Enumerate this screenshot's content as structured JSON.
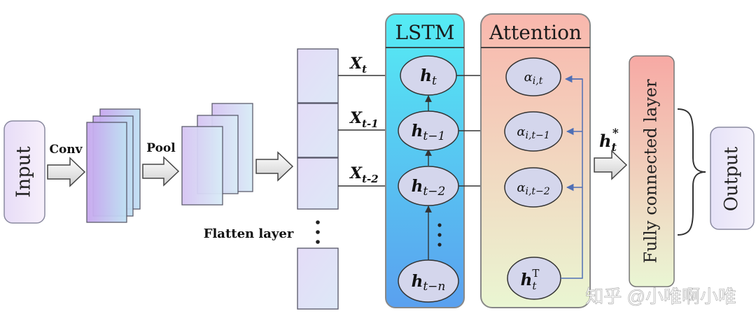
{
  "labels": {
    "input": "Input",
    "conv": "Conv",
    "pool": "Pool",
    "flatten": "Flatten layer",
    "lstm": "LSTM",
    "attention": "Attention",
    "fc": "Fully connected layer",
    "output": "Output",
    "vdots": "⋮"
  },
  "lstm_inputs": [
    {
      "base": "X",
      "sub": "t"
    },
    {
      "base": "X",
      "sub": "t-1"
    },
    {
      "base": "X",
      "sub": "t-2"
    }
  ],
  "lstm_nodes": [
    {
      "base": "h",
      "sub": "t"
    },
    {
      "base": "h",
      "sub": "t−1"
    },
    {
      "base": "h",
      "sub": "t−2"
    },
    {
      "base": "h",
      "sub": "t−n"
    }
  ],
  "attention_nodes": [
    {
      "base": "α",
      "sub": "i,t"
    },
    {
      "base": "α",
      "sub": "i,t−1"
    },
    {
      "base": "α",
      "sub": "i,t−2"
    }
  ],
  "attention_query": {
    "base": "h",
    "sub": "t",
    "sup": "T"
  },
  "context": {
    "base": "h",
    "sub": "t",
    "sup": "*"
  },
  "watermark": "知乎 @小唯啊小唯",
  "colors": {
    "arrow_blue": "#4f6fb5",
    "lstm_top": "#55ecf4",
    "lstm_bottom": "#5aa0ef",
    "attention_top": "#f9b7ad",
    "attention_bottom": "#e8f6cf",
    "node_fill": "#d4d6ec",
    "flatten_fill": "#ded8f2"
  }
}
